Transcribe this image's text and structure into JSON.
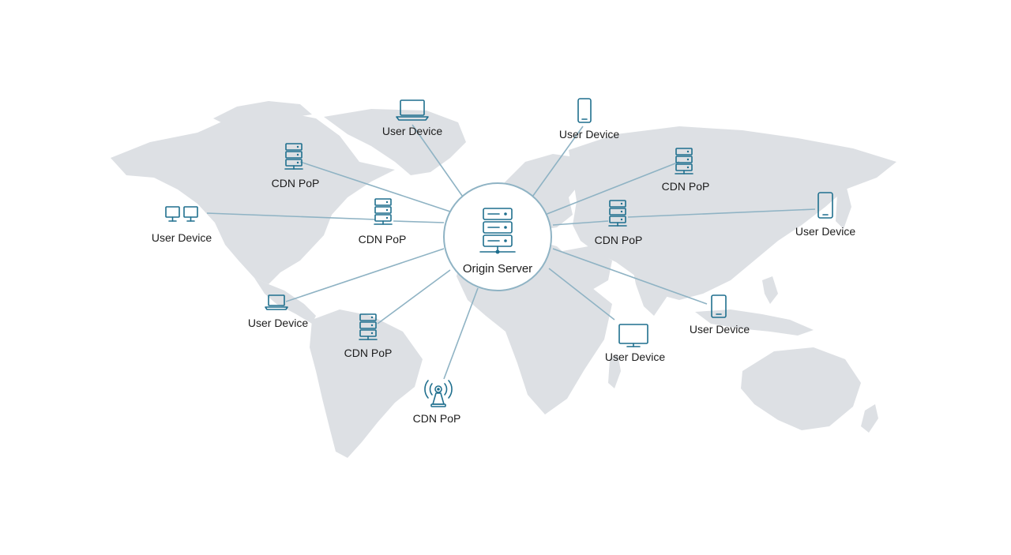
{
  "origin": {
    "label": "Origin Server",
    "icon": "server-rack-icon"
  },
  "nodes": [
    {
      "id": "user-device-laptop-north",
      "label": "User Device",
      "icon": "laptop-icon"
    },
    {
      "id": "user-device-phone-north",
      "label": "User Device",
      "icon": "smartphone-icon"
    },
    {
      "id": "cdn-pop-canada",
      "label": "CDN PoP",
      "icon": "server-rack-icon"
    },
    {
      "id": "cdn-pop-russia",
      "label": "CDN PoP",
      "icon": "server-rack-icon"
    },
    {
      "id": "user-device-desktops-west",
      "label": "User Device",
      "icon": "dual-monitor-icon"
    },
    {
      "id": "cdn-pop-usa",
      "label": "CDN PoP",
      "icon": "server-rack-icon"
    },
    {
      "id": "cdn-pop-asia",
      "label": "CDN PoP",
      "icon": "server-rack-icon"
    },
    {
      "id": "user-device-phone-east",
      "label": "User Device",
      "icon": "smartphone-icon"
    },
    {
      "id": "user-device-laptop-central-america",
      "label": "User Device",
      "icon": "laptop-icon"
    },
    {
      "id": "cdn-pop-south-america",
      "label": "CDN PoP",
      "icon": "server-rack-icon"
    },
    {
      "id": "user-device-tablet-southeast-asia",
      "label": "User Device",
      "icon": "tablet-icon"
    },
    {
      "id": "user-device-monitor-africa",
      "label": "User Device",
      "icon": "monitor-icon"
    },
    {
      "id": "cdn-pop-antenna-south",
      "label": "CDN PoP",
      "icon": "antenna-tower-icon"
    }
  ],
  "colors": {
    "accent": "#1f6f8e",
    "link": "#8fb3c4",
    "land": "#dde0e4",
    "background": "#ffffff"
  }
}
